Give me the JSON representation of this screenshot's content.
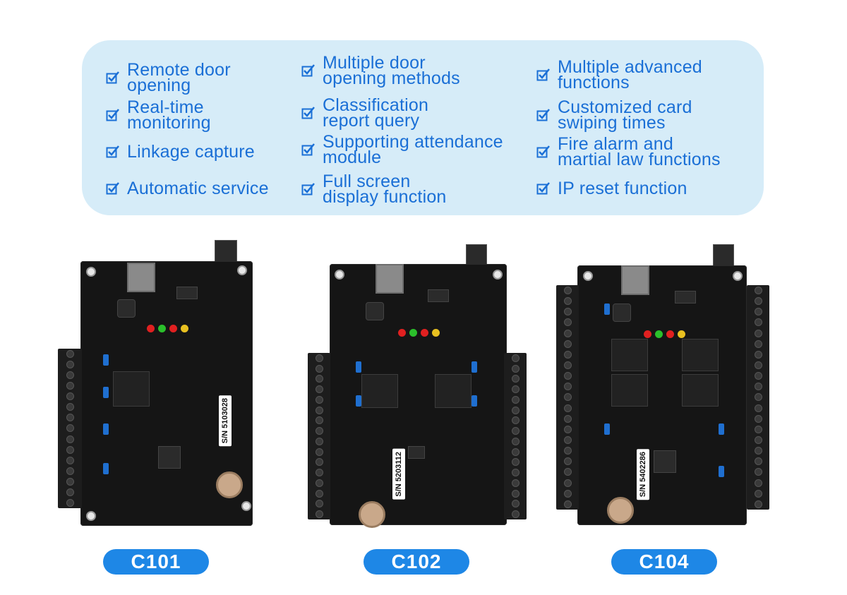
{
  "features": [
    {
      "text": "Remote door\n opening"
    },
    {
      "text": "Real-time\n monitoring"
    },
    {
      "text": "Linkage capture"
    },
    {
      "text": "Automatic service"
    },
    {
      "text": "Multiple door\nopening methods"
    },
    {
      "text": "Classification\nreport query"
    },
    {
      "text": "Supporting attendance\nmodule"
    },
    {
      "text": "Full screen\ndisplay function"
    },
    {
      "text": "Multiple advanced\nfunctions"
    },
    {
      "text": "Customized card\nswiping times"
    },
    {
      "text": "Fire alarm and\nmartial law functions"
    },
    {
      "text": "IP reset function"
    }
  ],
  "boards": [
    {
      "model": "C101",
      "serial": "S/N 5103028"
    },
    {
      "model": "C102",
      "serial": "S/N 5203112"
    },
    {
      "model": "C104",
      "serial": "S/N 5402286"
    }
  ],
  "colors": {
    "panel_bg": "#d6ecf8",
    "feature_text": "#1a6fd6",
    "pill_bg": "#1e87e6",
    "pcb": "#151515"
  },
  "icons": {
    "feature_bullet": "checkbox-check-icon"
  }
}
